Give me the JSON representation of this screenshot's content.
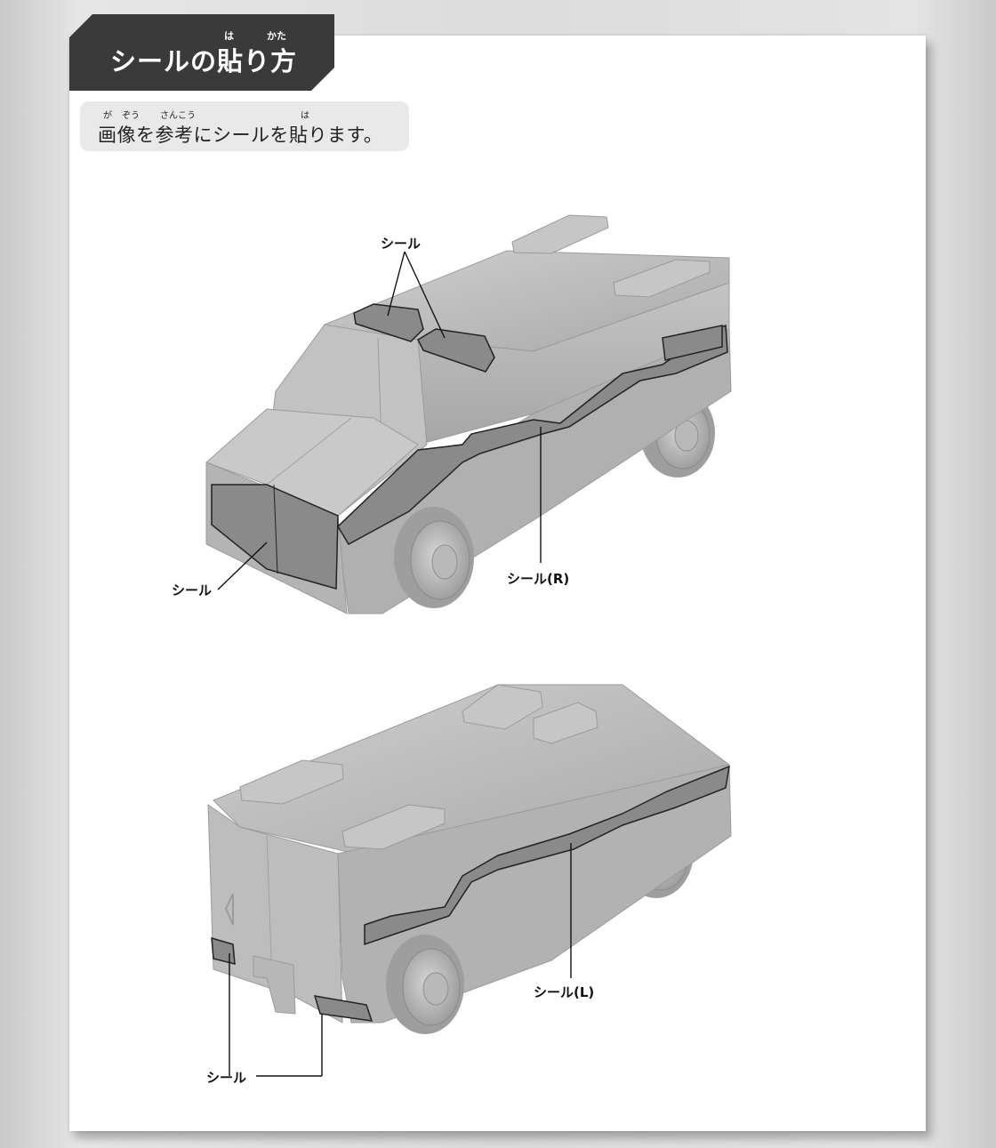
{
  "header": {
    "title": "シールの貼り方",
    "ruby_ha": "は",
    "ruby_kata": "かた"
  },
  "instruction": {
    "text": "画像を参考にシールを貼ります。",
    "ruby_ga": "が",
    "ruby_zou": "ぞう",
    "ruby_sankou": "さんこう",
    "ruby_ha": "は"
  },
  "figure_top": {
    "label_roof": "シール",
    "label_front": "シール",
    "label_side": "シール(R)"
  },
  "figure_bottom": {
    "label_side": "シール(L)",
    "label_rear": "シール"
  },
  "colors": {
    "tab": "#3a3a3a",
    "panel": "#ffffff",
    "model_body": "#b9b9b9",
    "sticker": "#8a8a8a"
  }
}
